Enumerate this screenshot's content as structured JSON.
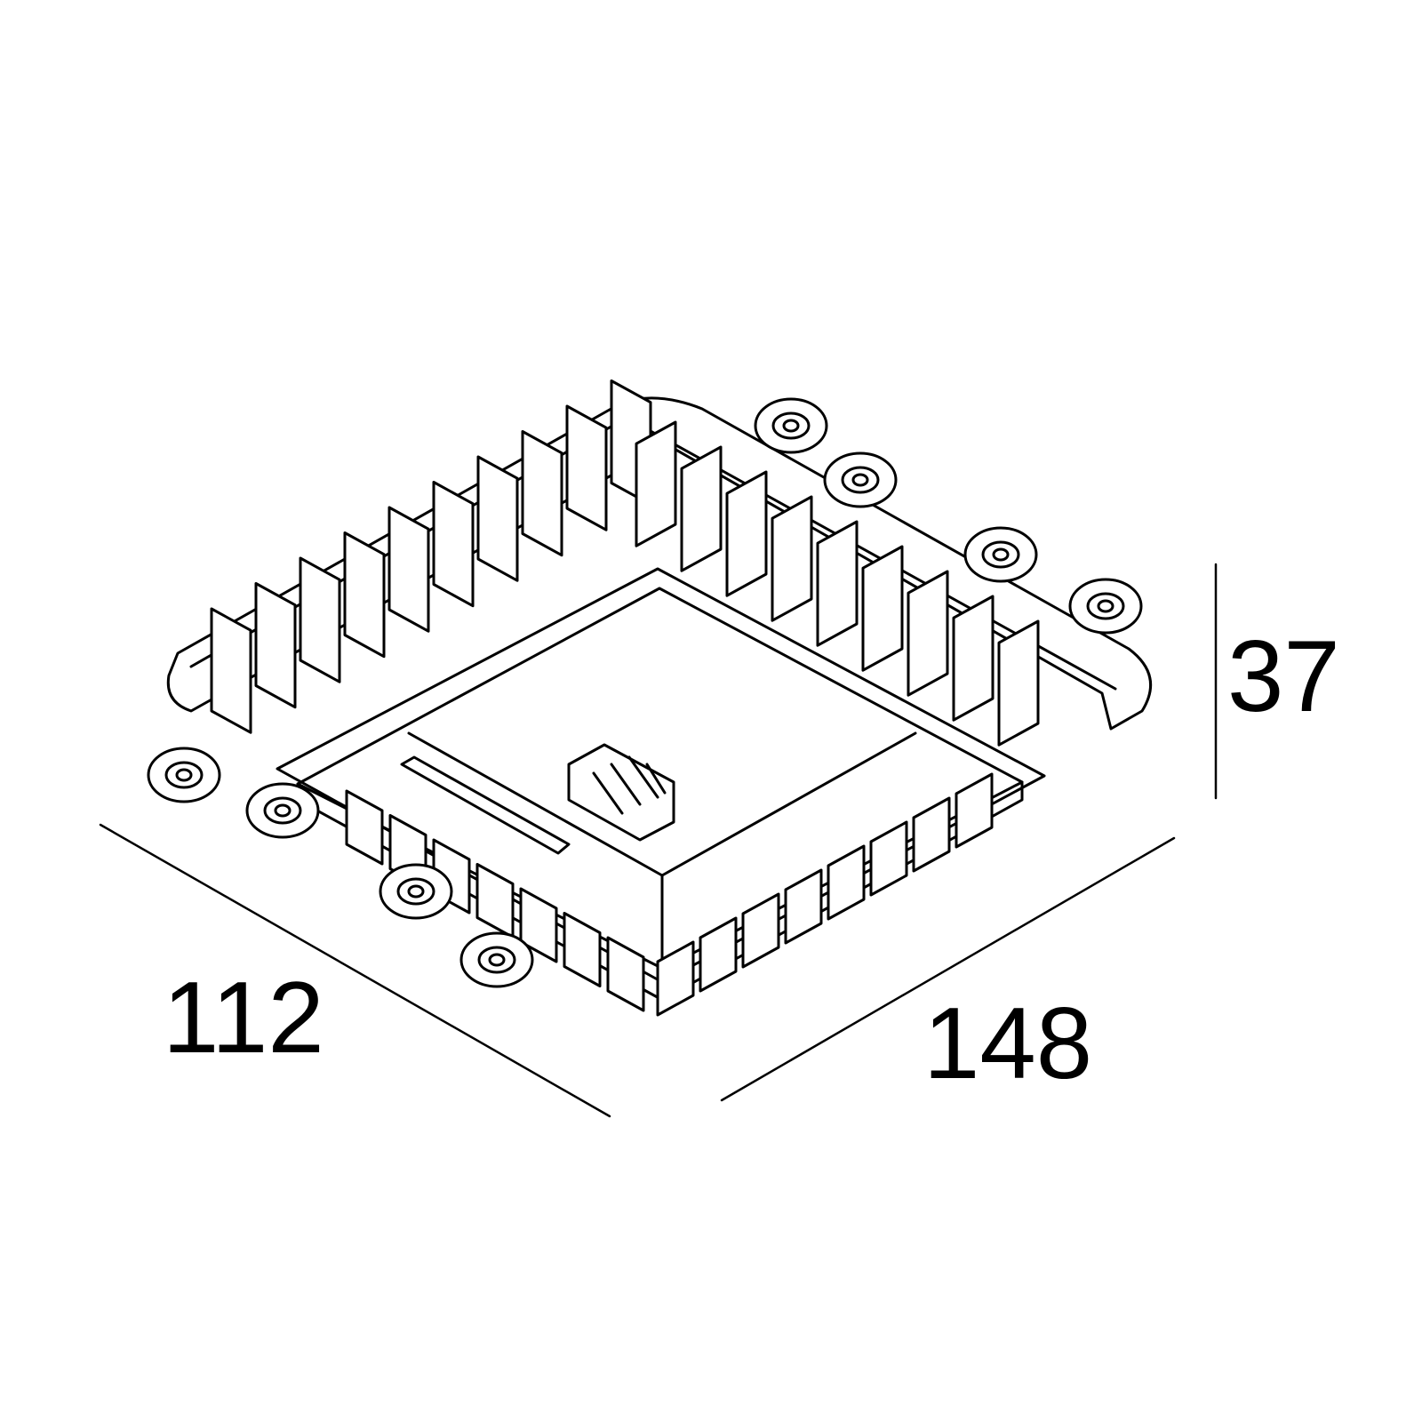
{
  "dimensions": {
    "depth": "112",
    "width": "148",
    "height": "37"
  },
  "colors": {
    "line": "#000000",
    "background": "#ffffff"
  }
}
